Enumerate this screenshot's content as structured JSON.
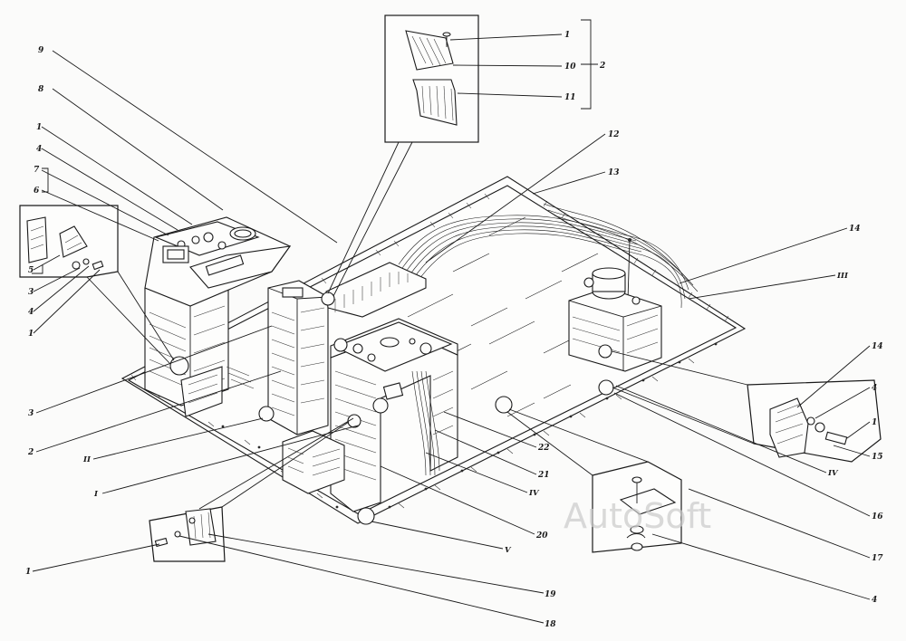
{
  "figure": {
    "watermark": "AutoSoft",
    "callouts": [
      {
        "id": "c9",
        "text": "9"
      },
      {
        "id": "c8",
        "text": "8"
      },
      {
        "id": "c1a",
        "text": "1"
      },
      {
        "id": "c4a",
        "text": "4"
      },
      {
        "id": "c7",
        "text": "7"
      },
      {
        "id": "c6",
        "text": "6"
      },
      {
        "id": "c5",
        "text": "5"
      },
      {
        "id": "c3a",
        "text": "3"
      },
      {
        "id": "c4b",
        "text": "4"
      },
      {
        "id": "c1b",
        "text": "1"
      },
      {
        "id": "c3b",
        "text": "3"
      },
      {
        "id": "c2a",
        "text": "2"
      },
      {
        "id": "cII",
        "text": "II"
      },
      {
        "id": "cI",
        "text": "I"
      },
      {
        "id": "c1c",
        "text": "1"
      },
      {
        "id": "c18",
        "text": "18"
      },
      {
        "id": "c19",
        "text": "19"
      },
      {
        "id": "cV",
        "text": "V"
      },
      {
        "id": "c20",
        "text": "20"
      },
      {
        "id": "cIVa",
        "text": "IV"
      },
      {
        "id": "c21",
        "text": "21"
      },
      {
        "id": "c22",
        "text": "22"
      },
      {
        "id": "c1d",
        "text": "1"
      },
      {
        "id": "c10",
        "text": "10"
      },
      {
        "id": "c11",
        "text": "11"
      },
      {
        "id": "c2b",
        "text": "2"
      },
      {
        "id": "c12",
        "text": "12"
      },
      {
        "id": "c13",
        "text": "13"
      },
      {
        "id": "c14a",
        "text": "14"
      },
      {
        "id": "cIII",
        "text": "III"
      },
      {
        "id": "c14b",
        "text": "14"
      },
      {
        "id": "c4c",
        "text": "4"
      },
      {
        "id": "c1e",
        "text": "1"
      },
      {
        "id": "c15",
        "text": "15"
      },
      {
        "id": "cIVb",
        "text": "IV"
      },
      {
        "id": "c16",
        "text": "16"
      },
      {
        "id": "c17",
        "text": "17"
      },
      {
        "id": "c4d",
        "text": "4"
      }
    ]
  }
}
